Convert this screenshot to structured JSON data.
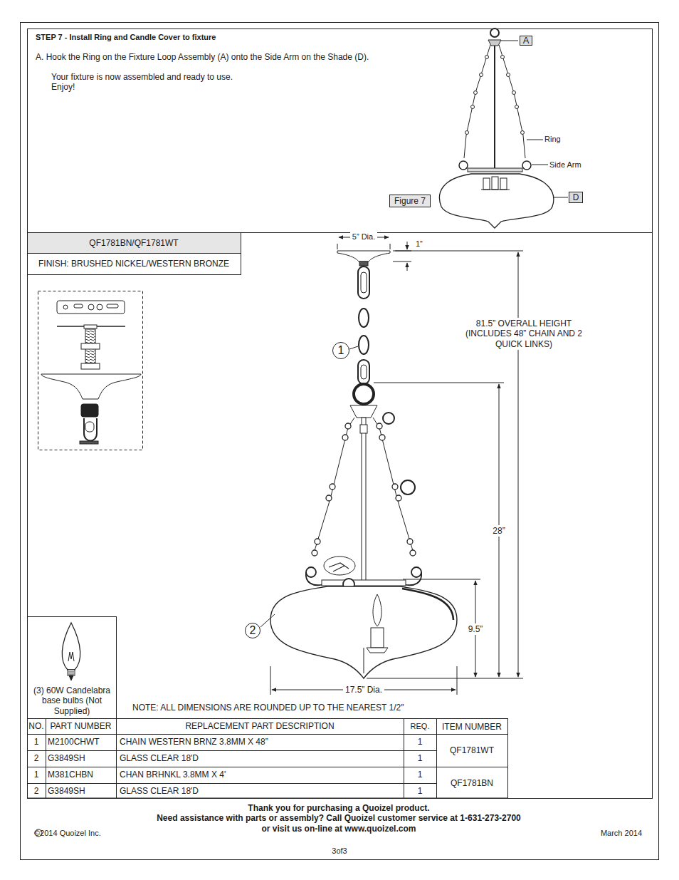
{
  "diagram": {
    "nodes": [
      {
        "text": [
          "A"
        ]
      },
      {
        "text": [
          "D"
        ]
      },
      {
        "text": [
          "Figure 7"
        ]
      },
      {
        "text": [
          "1"
        ]
      },
      {
        "text": [
          "2"
        ]
      },
      {
        "text": [
          "(3) 60W Candelabra base bulbs (Not Supplied)"
        ]
      }
    ],
    "labels": [
      "STEP 7 - Install Ring and Candle Cover to fixture",
      "A. Hook the Ring on the Fixture Loop Assembly (A) onto the Side Arm on the Shade (D).",
      "Your fixture is now assembled and ready to use. Enjoy!",
      "Ring",
      "Side Arm",
      "QF1781BN/QF1781WT",
      "FINISH: BRUSHED NICKEL/WESTERN BRONZE",
      "5” Dia.",
      "1”",
      "81.5” OVERALL HEIGHT (INCLUDES 48” CHAIN AND 2 QUICK LINKS)",
      "28”",
      "9.5”",
      "17.5” Dia.",
      "NOTE: ALL DIMENSIONS ARE ROUNDED UP TO THE NEAREST 1/2″",
      "NO.",
      "PART NUMBER",
      "REPLACEMENT PART DESCRIPTION",
      "REQ.",
      "ITEM NUMBER",
      "1",
      "M2100CHWT",
      "CHAIN WESTERN BRNZ 3.8MM X 48”",
      "1",
      "2",
      "G3849SH",
      "GLASS CLEAR 18'D",
      "1",
      "QF1781WT",
      "1",
      "M381CHBN",
      "CHAN BRHNKL 3.8MM X 4'",
      "1",
      "2",
      "G3849SH",
      "GLASS CLEAR 18'D",
      "1",
      "QF1781BN",
      "Thank you for purchasing a Quoizel product.",
      "Need assistance with parts or assembly? Call Quoizel customer service at 1-631-273-2700",
      "or visit us on-line at www.quoizel.com",
      "©2014 Quoizel Inc.",
      "March 2014",
      "3of3"
    ]
  }
}
